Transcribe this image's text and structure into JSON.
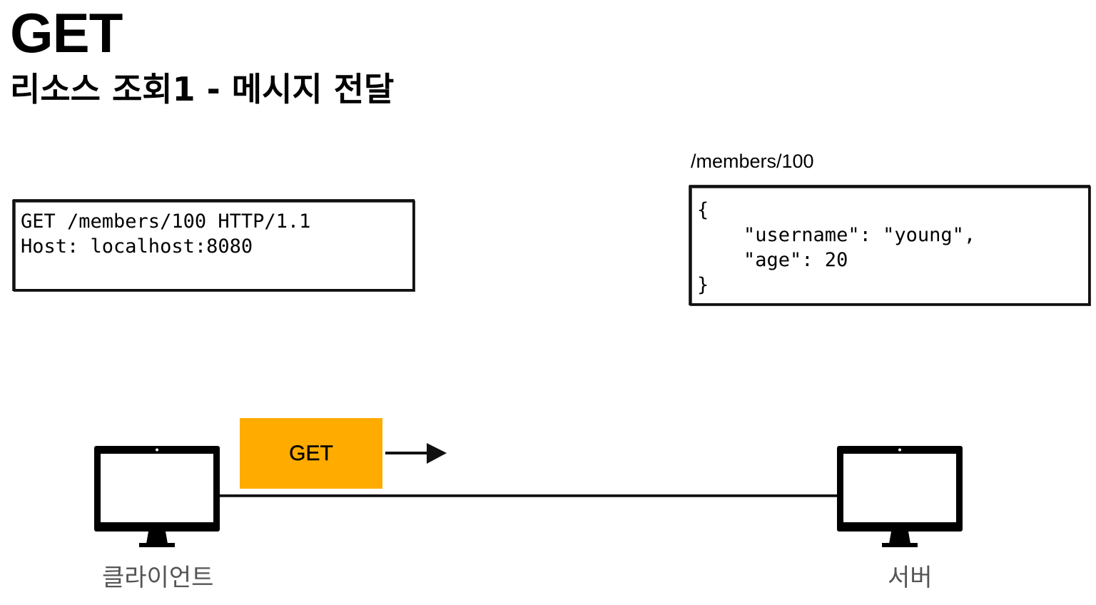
{
  "slide": {
    "title": "GET",
    "subtitle": "리소스 조회1 - 메시지 전달"
  },
  "request_message": {
    "lines": "GET /members/100 HTTP/1.1\nHost: localhost:8080"
  },
  "response": {
    "resource_path": "/members/100",
    "body": "{\n    \"username\": \"young\",\n    \"age\": 20\n}"
  },
  "flow": {
    "method_label": "GET",
    "method_color": "#ffab00",
    "client_label": "클라이언트",
    "server_label": "서버",
    "client_icon": "computer-monitor-icon",
    "server_icon": "computer-monitor-icon"
  }
}
